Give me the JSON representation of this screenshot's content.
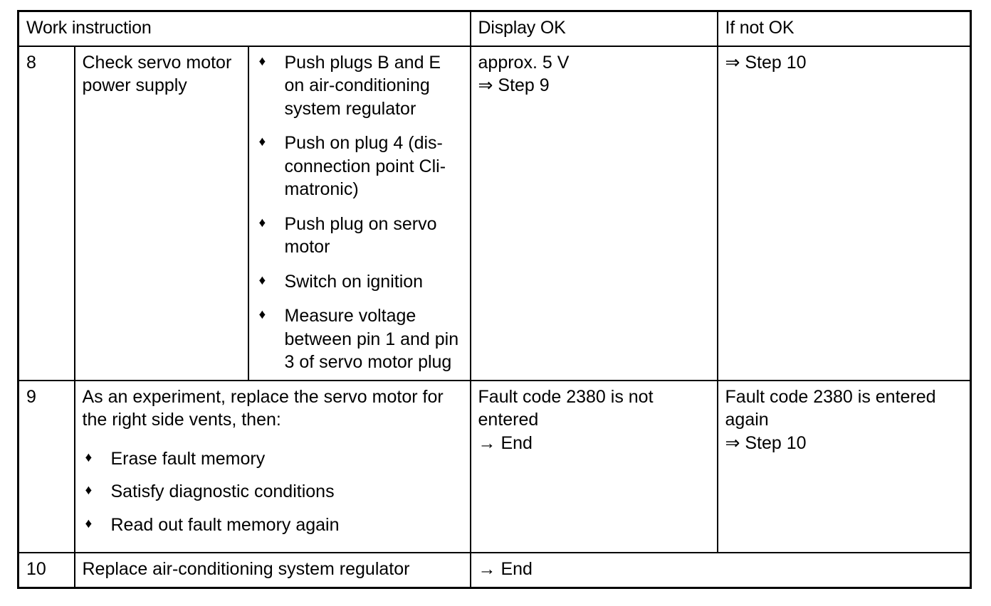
{
  "table": {
    "headers": {
      "work_instruction": "Work instruction",
      "display_ok": "Display OK",
      "if_not_ok": "If not OK"
    },
    "rows": [
      {
        "number": "8",
        "action": "Check servo motor power supply",
        "details": [
          "Push plugs B and E on air-conditioning system regulator",
          "Push on plug 4 (dis-connection point Cli-matronic)",
          "Push plug on servo motor",
          "Switch on ignition",
          "Measure voltage between pin 1 and pin 3 of servo motor plug"
        ],
        "display_ok": {
          "line1": "approx. 5 V",
          "line2": "⇒ Step 9"
        },
        "if_not_ok": {
          "line1": "⇒ Step 10"
        }
      },
      {
        "number": "9",
        "action": "As an experiment, replace the servo motor for the right side vents, then:",
        "details": [
          "Erase fault memory",
          "Satisfy diagnostic conditions",
          "Read out fault memory again"
        ],
        "display_ok": {
          "line1": "Fault code 2380 is not entered",
          "line2": "→ End"
        },
        "if_not_ok": {
          "line1": "Fault code 2380 is entered again",
          "line2": "⇒ Step 10"
        }
      },
      {
        "number": "10",
        "action": "Replace air-conditioning system regulator",
        "display_ok": {
          "line1": "→ End"
        }
      }
    ]
  },
  "icons": {
    "bullet": "♦"
  },
  "colors": {
    "border": "#000000",
    "text": "#000000",
    "background": "#ffffff"
  }
}
